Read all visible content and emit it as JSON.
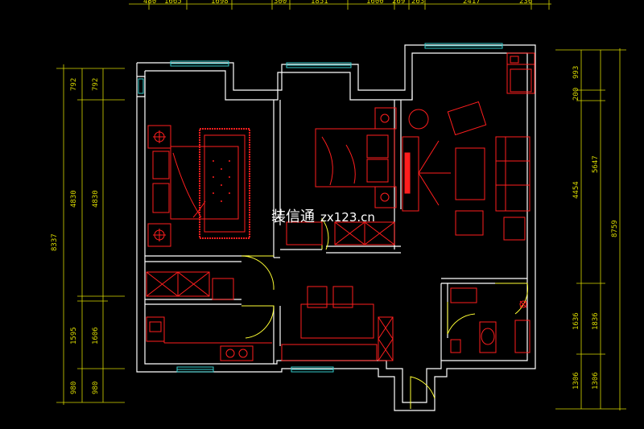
{
  "top_dimensions": [
    "480",
    "1665",
    "1698",
    "300",
    "1851",
    "1600",
    "269",
    "263",
    "2417",
    "236"
  ],
  "left_dimensions": {
    "overall": "8337",
    "outer": [
      "792",
      "4830",
      "1595",
      "980"
    ],
    "inner": [
      "792",
      "4830",
      "1606",
      "980"
    ]
  },
  "right_dimensions": {
    "overall": "8759",
    "outer": [
      "993",
      "5647",
      "1836",
      "1306"
    ],
    "inner": [
      "200",
      "4454",
      "1636",
      "1306"
    ]
  },
  "watermark": {
    "mark": "装信通",
    "domain": "zx123.cn"
  },
  "colors": {
    "wall": "#ffffff",
    "furniture": "#ff1e1e",
    "window": "#33cccc",
    "door": "#ffff33",
    "dimension": "#d8d800",
    "background": "#000000"
  }
}
